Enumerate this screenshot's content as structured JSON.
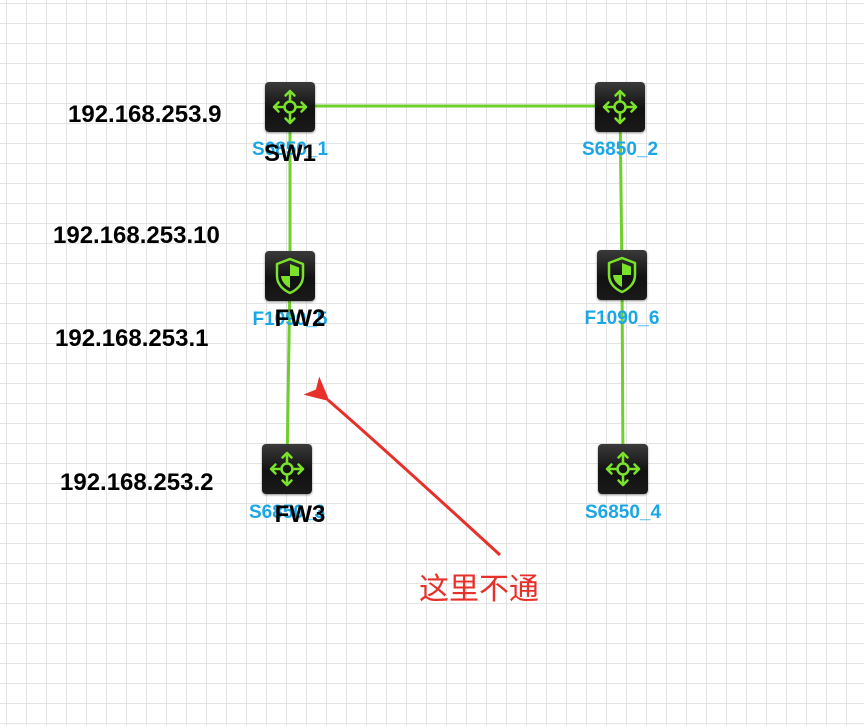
{
  "devices": {
    "sw1_node": {
      "label": "S6850_1",
      "name": "SW1",
      "icon": "switch-icon"
    },
    "s6850_2": {
      "label": "S6850_2",
      "icon": "switch-icon"
    },
    "fw2_node": {
      "label": "F1090_5",
      "name": "FW2",
      "icon": "firewall-icon"
    },
    "f1090_6": {
      "label": "F1090_6",
      "icon": "firewall-icon"
    },
    "fw3_node": {
      "label": "S6850_3",
      "name": "FW3",
      "icon": "switch-icon"
    },
    "s6850_4": {
      "label": "S6850_4",
      "icon": "switch-icon"
    }
  },
  "ip_labels": {
    "sw1": "192.168.253.9",
    "fw2_up": "192.168.253.10",
    "fw2_down": "192.168.253.1",
    "fw3": "192.168.253.2"
  },
  "annotation": {
    "text": "这里不通"
  },
  "colors": {
    "link": "#6fcf2c",
    "device_label": "#1ba7e6",
    "annotation": "#e8302a",
    "icon_glyph": "#7be22a",
    "device_body": "#1a1a1a",
    "grid": "#e3e3e3"
  }
}
